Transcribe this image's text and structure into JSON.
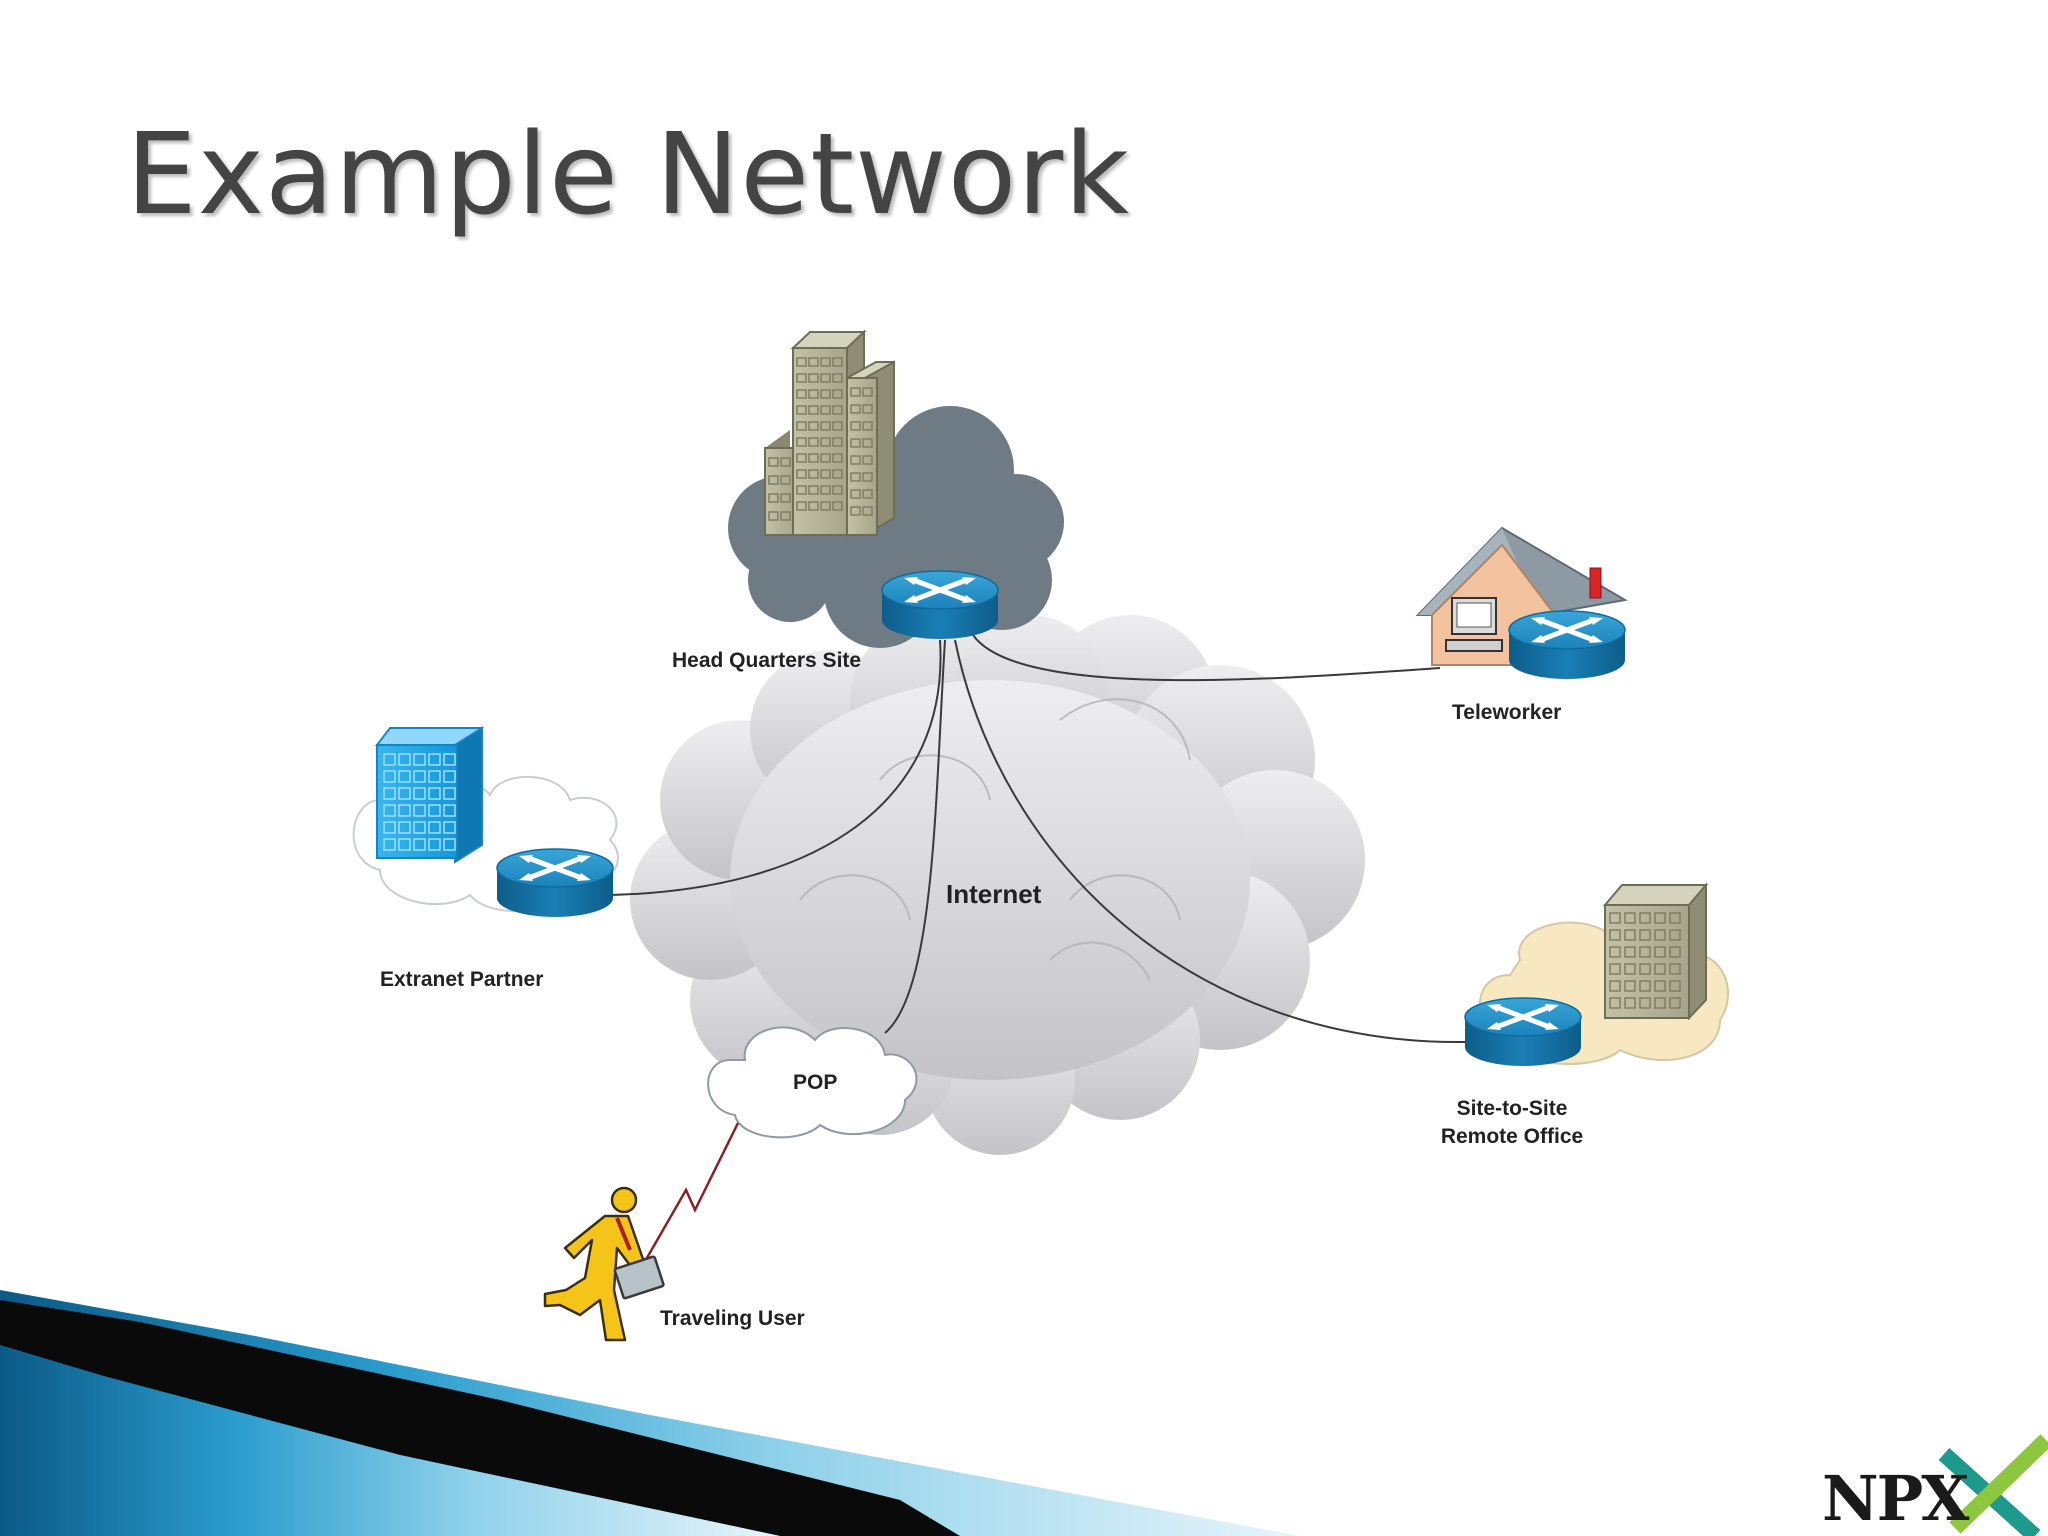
{
  "slide": {
    "title": "Example Network"
  },
  "diagram": {
    "nodes": {
      "headquarters": {
        "label": "Head Quarters Site"
      },
      "teleworker": {
        "label": "Teleworker"
      },
      "extranet": {
        "label": "Extranet Partner"
      },
      "internet": {
        "label": "Internet"
      },
      "pop": {
        "label": "POP"
      },
      "remote_office": {
        "label_line1": "Site-to-Site",
        "label_line2": "Remote Office"
      },
      "traveling_user": {
        "label": "Traveling User"
      }
    },
    "edges": [
      {
        "from": "headquarters",
        "to": "teleworker"
      },
      {
        "from": "headquarters",
        "to": "extranet"
      },
      {
        "from": "headquarters",
        "to": "pop"
      },
      {
        "from": "headquarters",
        "to": "remote_office"
      },
      {
        "from": "pop",
        "to": "traveling_user",
        "style": "dial-up"
      }
    ]
  },
  "logo": {
    "text": "NPX"
  },
  "colors": {
    "router": "#1e8fc8",
    "internet_cloud": "#cfcfd3",
    "hq_cloud": "#6e7b84",
    "banner": "#1679a8",
    "title": "#444444"
  }
}
